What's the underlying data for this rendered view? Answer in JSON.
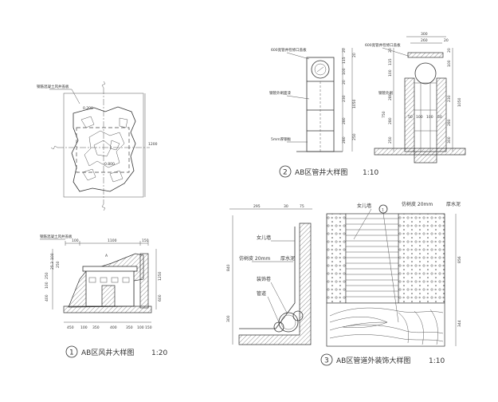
{
  "detail1": {
    "number": "1",
    "title": "AB区风井大样图",
    "scale": "1:20",
    "plan": {
      "label_note": "钢筋混凝土风井盖板",
      "level_top": "0.200",
      "level_inner": "0.800",
      "dim_side": "1200"
    },
    "section": {
      "label_note": "钢筋混凝土风井盖板",
      "top_dims": [
        "100",
        "1100",
        "150"
      ],
      "bottom_dims": [
        "450",
        "100",
        "350",
        "400",
        "350",
        "100",
        "150"
      ],
      "left_dims": [
        "400",
        "100",
        "250",
        "25.3",
        "100",
        "250"
      ],
      "right_dims": [
        "1250",
        "600"
      ],
      "mark": "A"
    }
  },
  "detail2": {
    "number": "2",
    "title": "AB区管井大样图",
    "scale": "1:10",
    "front": {
      "top_note": "600宽管井检修口盖板",
      "mid_note": "钢管外刷面漆",
      "bottom_note": "5mm厚钢板",
      "right_dims": [
        "20",
        "115",
        "100",
        "230",
        "1050",
        "20",
        "280",
        "280",
        "250",
        "20"
      ]
    },
    "side": {
      "top_dims": [
        "300",
        "260",
        "20"
      ],
      "top_note": "600宽管井检修口盖板",
      "side_note": "钢管外刷",
      "left_dims": [
        "20",
        "115",
        "100",
        "750",
        "280",
        "280",
        "250"
      ],
      "bottom_dims": [
        "50",
        "100",
        "100",
        "50"
      ],
      "right_dims": [
        "20",
        "100",
        "230",
        "1050",
        "280",
        "300"
      ]
    }
  },
  "detail3": {
    "number": "3",
    "title": "AB区管道外装饰大样图",
    "scale": "1:10",
    "section": {
      "top_dims": [
        "295",
        "30",
        "75"
      ],
      "labels": [
        "女儿墙",
        "仿树皮 20mm",
        "厚水泥",
        "装饰卷",
        "管道"
      ],
      "left_dims": [
        "840",
        "300"
      ]
    },
    "elevation": {
      "labels": [
        "女儿墙",
        "仿树皮 20mm",
        "厚水泥"
      ],
      "marker": "1",
      "right_dims": [
        "856",
        "344"
      ]
    }
  }
}
